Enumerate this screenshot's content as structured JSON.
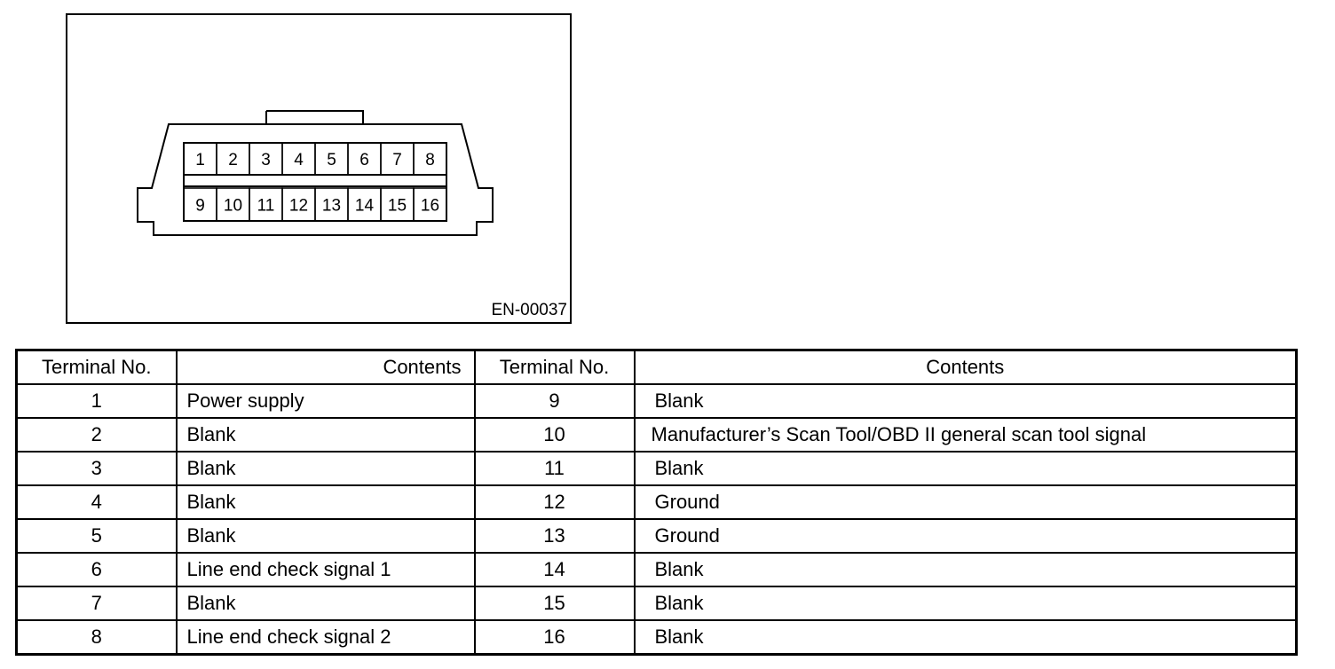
{
  "figure": {
    "figure_id": "EN-00037",
    "pins_top": [
      "1",
      "2",
      "3",
      "4",
      "5",
      "6",
      "7",
      "8"
    ],
    "pins_bottom": [
      "9",
      "10",
      "11",
      "12",
      "13",
      "14",
      "15",
      "16"
    ]
  },
  "table": {
    "headers": [
      "Terminal No.",
      "Contents",
      "Terminal No.",
      "Contents"
    ],
    "rows": [
      {
        "left_no": "1",
        "left_contents": "Power supply",
        "right_no": "9",
        "right_contents": "Blank"
      },
      {
        "left_no": "2",
        "left_contents": "Blank",
        "right_no": "10",
        "right_contents": "Manufacturer’s Scan Tool/OBD II general scan tool  signal"
      },
      {
        "left_no": "3",
        "left_contents": "Blank",
        "right_no": "11",
        "right_contents": "Blank"
      },
      {
        "left_no": "4",
        "left_contents": "Blank",
        "right_no": "12",
        "right_contents": "Ground"
      },
      {
        "left_no": "5",
        "left_contents": "Blank",
        "right_no": "13",
        "right_contents": "Ground"
      },
      {
        "left_no": "6",
        "left_contents": "Line end check signal 1",
        "right_no": "14",
        "right_contents": "Blank"
      },
      {
        "left_no": "7",
        "left_contents": "Blank",
        "right_no": "15",
        "right_contents": "Blank"
      },
      {
        "left_no": "8",
        "left_contents": "Line end check signal 2",
        "right_no": "16",
        "right_contents": "Blank"
      }
    ]
  }
}
